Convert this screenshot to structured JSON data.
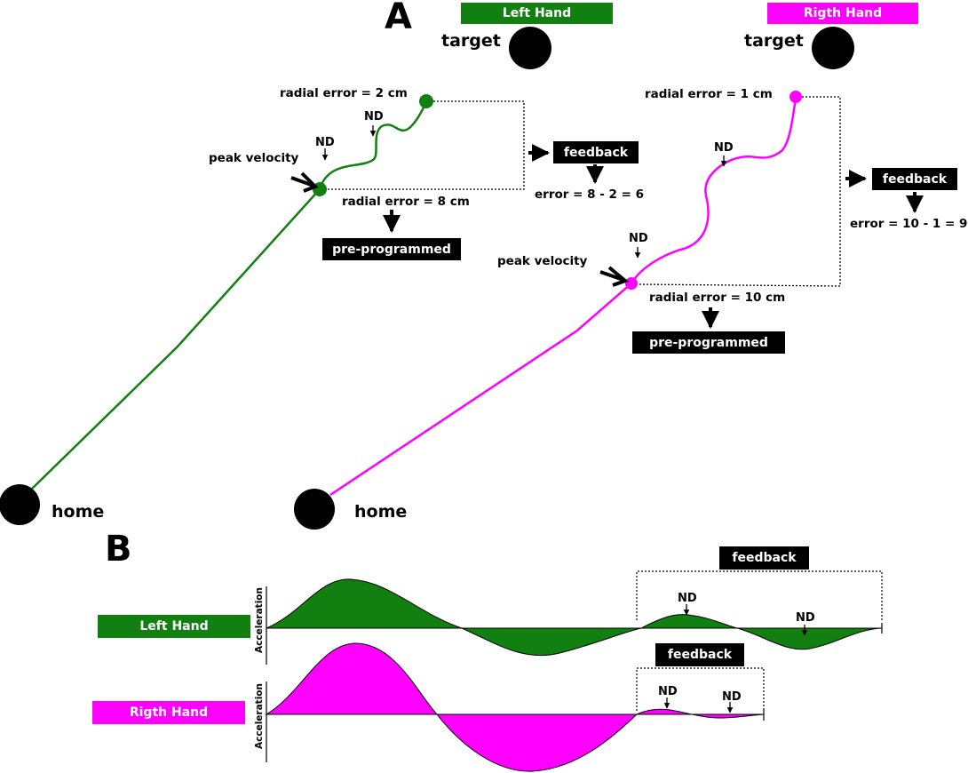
{
  "panel_a": {
    "label": "A",
    "left_hand_legend": "Left Hand",
    "right_hand_legend": "Rigth Hand",
    "target_label": "target",
    "home_label": "home",
    "left": {
      "radial_error_end": "radial error = 2 cm",
      "radial_error_peak": "radial error = 8 cm",
      "peak_velocity": "peak velocity",
      "nd": "ND",
      "feedback": "feedback",
      "error_calc": "error = 8 - 2 = 6",
      "pre_programmed": "pre-programmed"
    },
    "right": {
      "radial_error_end": "radial error = 1 cm",
      "radial_error_peak": "radial error = 10 cm",
      "peak_velocity": "peak velocity",
      "nd": "ND",
      "feedback": "feedback",
      "error_calc": "error = 10 - 1 = 9",
      "pre_programmed": "pre-programmed"
    }
  },
  "panel_b": {
    "label": "B",
    "y_axis_label": "Acceleration",
    "left_hand_label": "Left Hand",
    "right_hand_label": "Rigth Hand",
    "feedback": "feedback",
    "nd": "ND"
  },
  "colors": {
    "left": "#118011",
    "right": "#ff00ff",
    "dark": "#000000"
  }
}
